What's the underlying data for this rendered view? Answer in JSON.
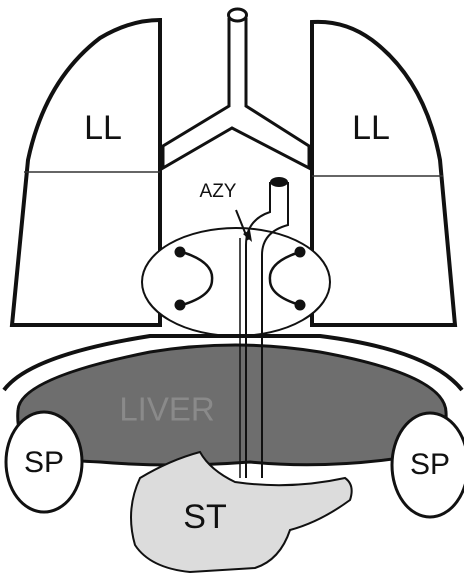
{
  "labels": {
    "left_lung": "LL",
    "right_lung": "LL",
    "azygos": "AZY",
    "liver": "LIVER",
    "left_spleen": "SP",
    "right_spleen": "SP",
    "stomach": "ST"
  },
  "colors": {
    "outline": "#111111",
    "liver_fill": "#6e6e6e",
    "liver_text": "#8a8a8a",
    "stomach_fill": "#dcdcdc",
    "background": "#ffffff"
  }
}
